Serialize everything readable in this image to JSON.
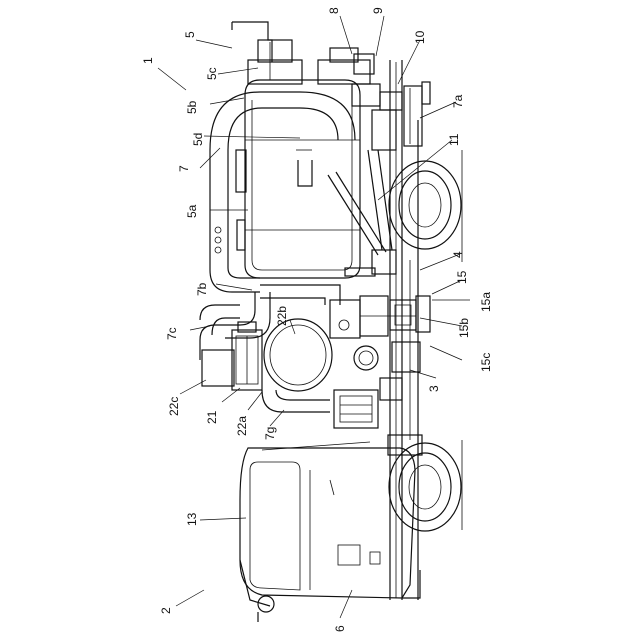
{
  "figure": {
    "labels": {
      "l1": "1",
      "l2": "2",
      "l3": "3",
      "l4": "4",
      "l5": "5",
      "l5a": "5a",
      "l5b": "5b",
      "l5c": "5c",
      "l5d": "5d",
      "l6": "6",
      "l7": "7",
      "l7a": "7a",
      "l7b": "7b",
      "l7c": "7c",
      "l7g": "7g",
      "l8": "8",
      "l9": "9",
      "l10": "10",
      "l11": "11",
      "l13": "13",
      "l15": "15",
      "l15a": "15a",
      "l15b": "15b",
      "l15c": "15c",
      "l21": "21",
      "l22a": "22a",
      "l22b": "22b",
      "l22c": "22c"
    }
  }
}
